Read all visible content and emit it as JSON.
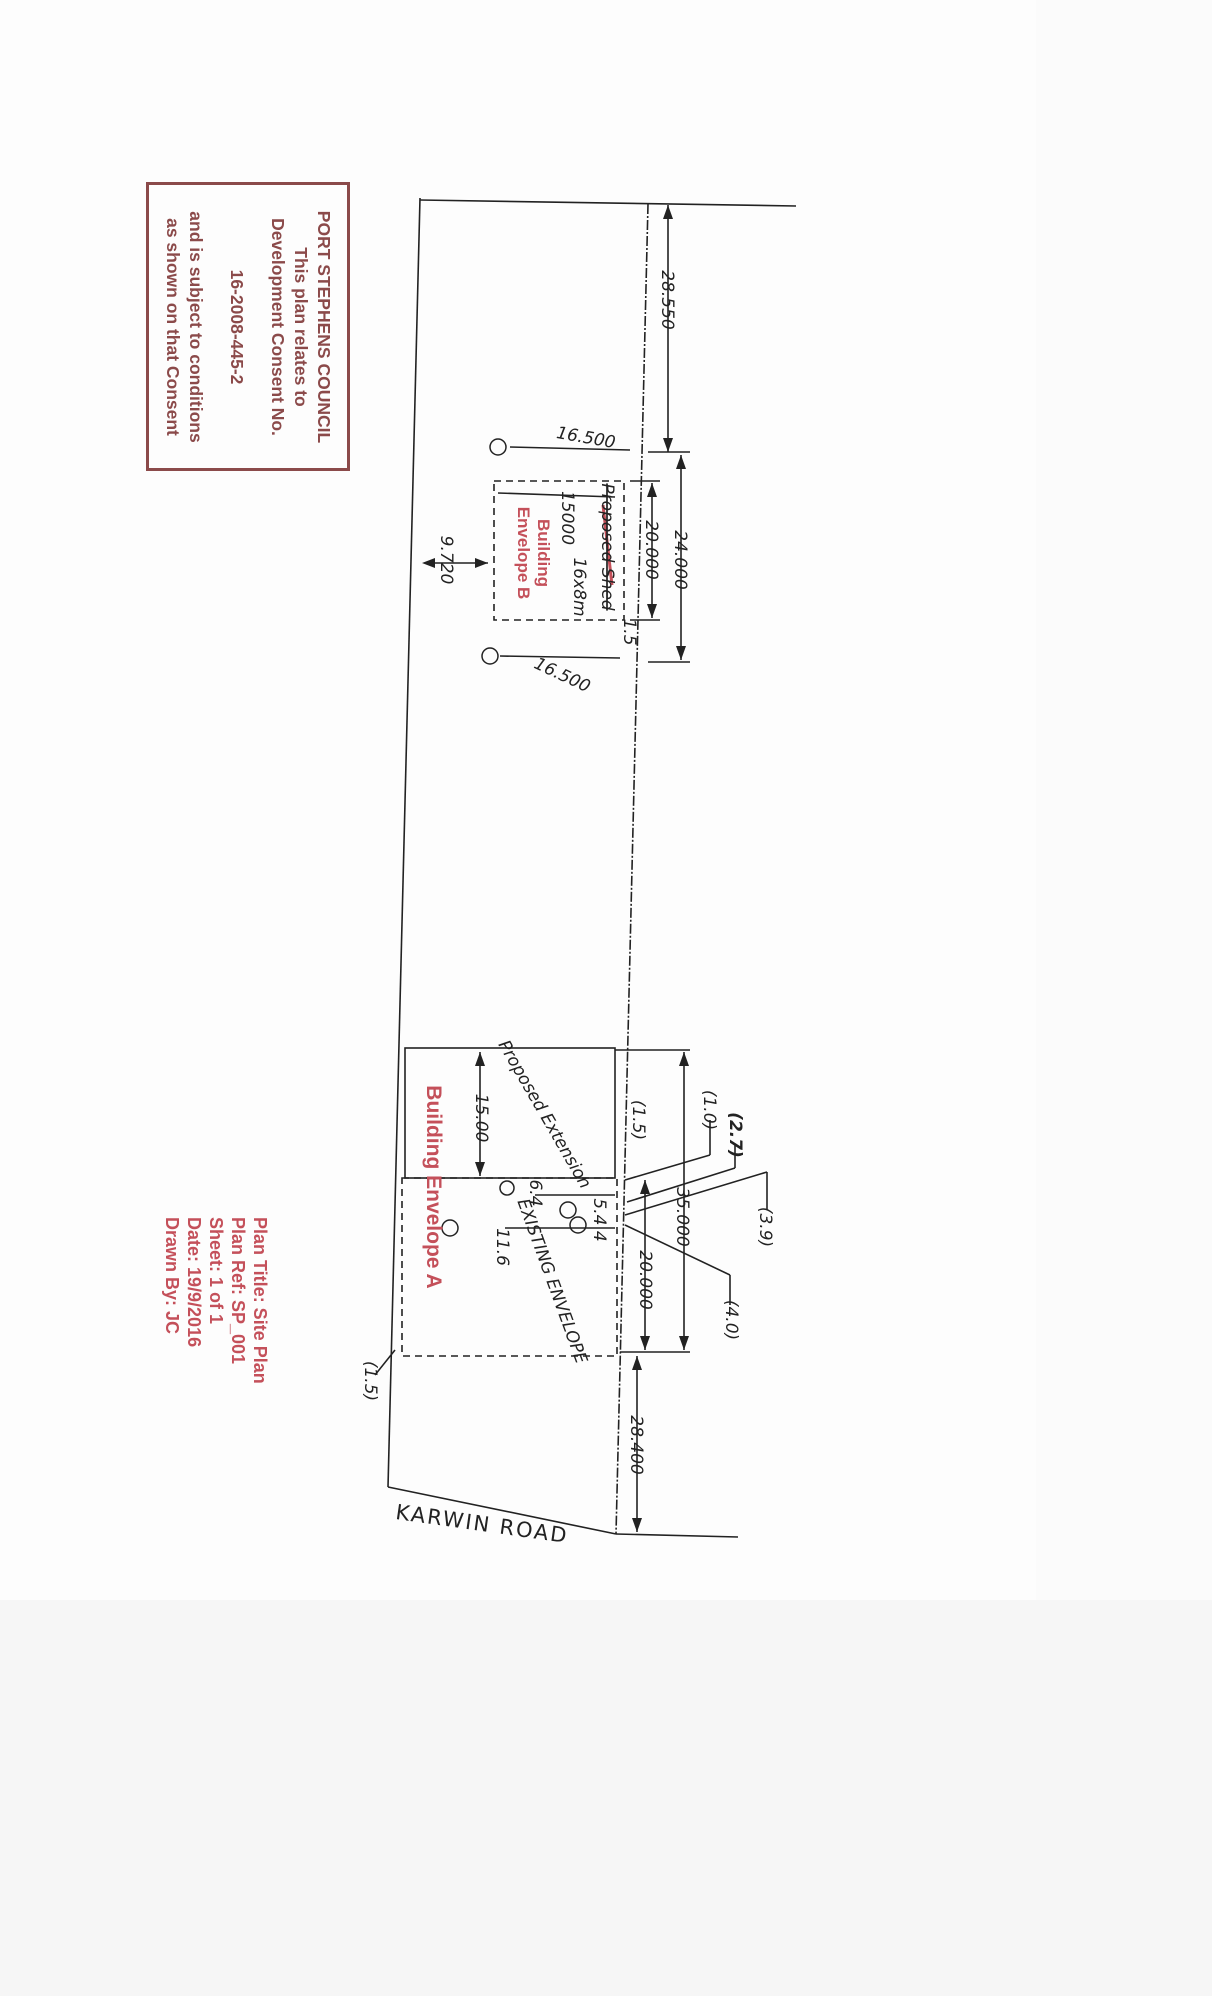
{
  "stamp": {
    "council": "PORT STEPHENS COUNCIL",
    "line1": "This plan relates to",
    "line2": "Development Consent No.",
    "consent_no": "16-2008-445-2",
    "line3": "and is subject to conditions",
    "line4": "as shown on that Consent"
  },
  "title_block": {
    "plan_title": "Plan Title: Site Plan",
    "plan_ref": "Plan Ref: SP_001",
    "sheet": "Sheet: 1 of 1",
    "date": "Date: 19/9/2016",
    "drawn_by": "Drawn By: JC"
  },
  "road": "KARWIN ROAD",
  "envelope_b": {
    "label_line1": "Building",
    "label_line2": "Envelope B",
    "struck_text": "Proposed Shed",
    "size_note": "16x8m",
    "width_note": "15000",
    "setback_small": "1.5"
  },
  "envelope_a": {
    "label": "Building Envelope A",
    "extension": "Proposed Extension",
    "existing": "EXISTING ENVELOPE",
    "depth": "15.00"
  },
  "dimensions": {
    "top_rear": "28.550",
    "b_outer": "24.000",
    "b_inner": "20.000",
    "tree_top": "16.500",
    "tree_bottom": "16.500",
    "side_setback": "9.720",
    "a_outer": "35.000",
    "a_inner": "20.000",
    "front": "28.400",
    "tree_1": "6.4",
    "tree_2": "11.6",
    "tree_3": "5.4 4",
    "h_1_5": "(1.5)",
    "h_1_0": "(1.0)",
    "h_2_7": "(2.7)",
    "h_3_9": "(3.9)",
    "h_4_0": "(4.0)",
    "h_corner": "(1.5)"
  }
}
